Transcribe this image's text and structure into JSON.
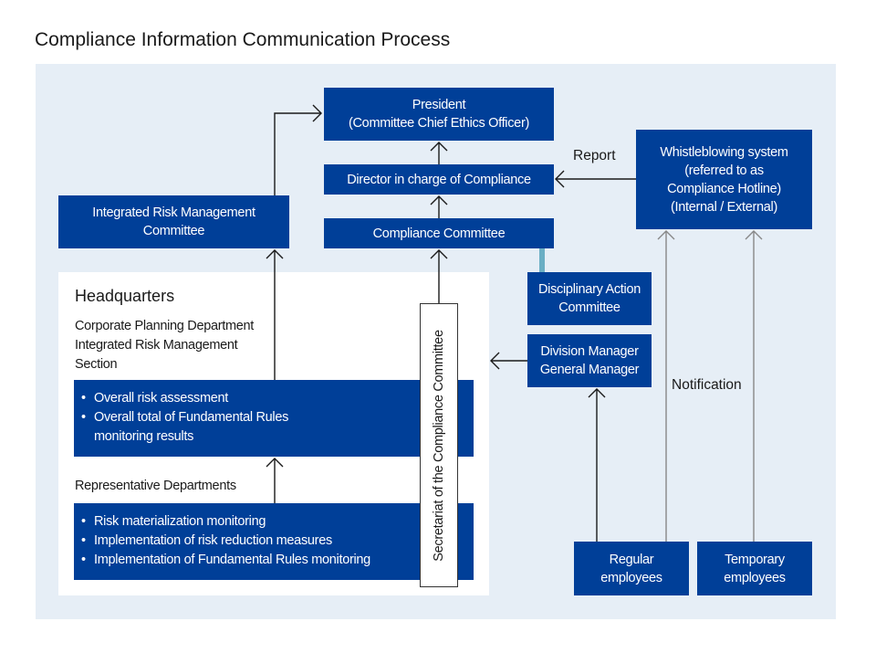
{
  "title": "Compliance Information Communication Process",
  "nodes": {
    "president": {
      "lines": [
        "President",
        "(Committee Chief Ethics Officer)"
      ]
    },
    "director": {
      "lines": [
        "Director in charge of Compliance"
      ]
    },
    "compliance_committee": {
      "lines": [
        "Compliance Committee"
      ]
    },
    "irm_committee": {
      "lines": [
        "Integrated Risk Management",
        "Committee"
      ]
    },
    "whistleblowing": {
      "lines": [
        "Whistleblowing system",
        "(referred to as",
        "Compliance Hotline)",
        "(Internal / External)"
      ]
    },
    "disciplinary": {
      "lines": [
        "Disciplinary Action",
        "Committee"
      ]
    },
    "division_manager": {
      "lines": [
        "Division Manager",
        "General Manager"
      ]
    },
    "regular_employees": {
      "lines": [
        "Regular",
        "employees"
      ]
    },
    "temporary_employees": {
      "lines": [
        "Temporary",
        "employees"
      ]
    },
    "secretariat": {
      "label": "Secretariat of the Compliance Committee"
    }
  },
  "headquarters": {
    "title": "Headquarters",
    "corporate_planning": {
      "lines": [
        "Corporate Planning Department",
        "Integrated Risk Management",
        "Section"
      ]
    },
    "corporate_tasks": [
      "Overall risk assessment",
      "Overall total of Fundamental Rules",
      "monitoring results"
    ],
    "representative_title": "Representative Departments",
    "representative_tasks": [
      "Risk materialization monitoring",
      "Implementation of risk reduction measures",
      "Implementation of Fundamental Rules monitoring"
    ]
  },
  "edge_labels": {
    "report": "Report",
    "notification": "Notification"
  },
  "bullet": "•",
  "colors": {
    "box_blue": "#003f98",
    "panel_bg": "#e6eef6",
    "connector_teal": "#6aaec4",
    "arrow_dark": "#1a1a1a",
    "arrow_gray": "#888888"
  }
}
